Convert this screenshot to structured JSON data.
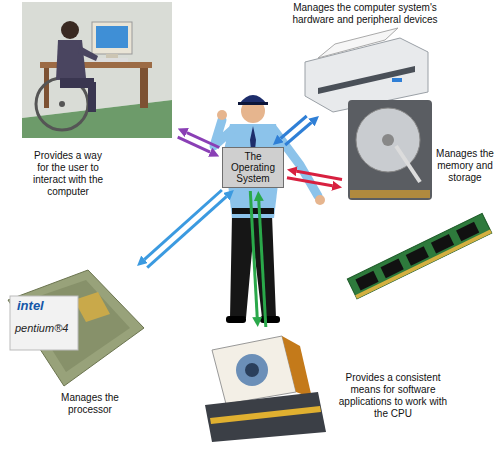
{
  "diagram": {
    "nodes": [
      {
        "text": [
          "The Operating System"
        ]
      },
      {
        "text": [
          "Provides a way for the user to interact with the computer"
        ]
      },
      {
        "text": [
          "Manages the computer system's hardware and peripheral devices"
        ]
      },
      {
        "text": [
          "Manages the memory and storage"
        ]
      },
      {
        "text": [
          "Manages the processor"
        ]
      },
      {
        "text": [
          "Provides a consistent means for software applications to work with the CPU"
        ]
      }
    ],
    "edges": [
      {
        "from": 0,
        "to": 1,
        "arrow": "to"
      },
      {
        "from": 1,
        "to": 0,
        "arrow": "to"
      },
      {
        "from": 0,
        "to": 2,
        "arrow": "to"
      },
      {
        "from": 2,
        "to": 0,
        "arrow": "to"
      },
      {
        "from": 0,
        "to": 3,
        "arrow": "to"
      },
      {
        "from": 3,
        "to": 0,
        "arrow": "to"
      },
      {
        "from": 0,
        "to": 4,
        "arrow": "to"
      },
      {
        "from": 4,
        "to": 0,
        "arrow": "to"
      },
      {
        "from": 0,
        "to": 5,
        "arrow": "to"
      },
      {
        "from": 5,
        "to": 0,
        "arrow": "to"
      }
    ],
    "labels": [
      "intel",
      "pentium®4"
    ]
  }
}
